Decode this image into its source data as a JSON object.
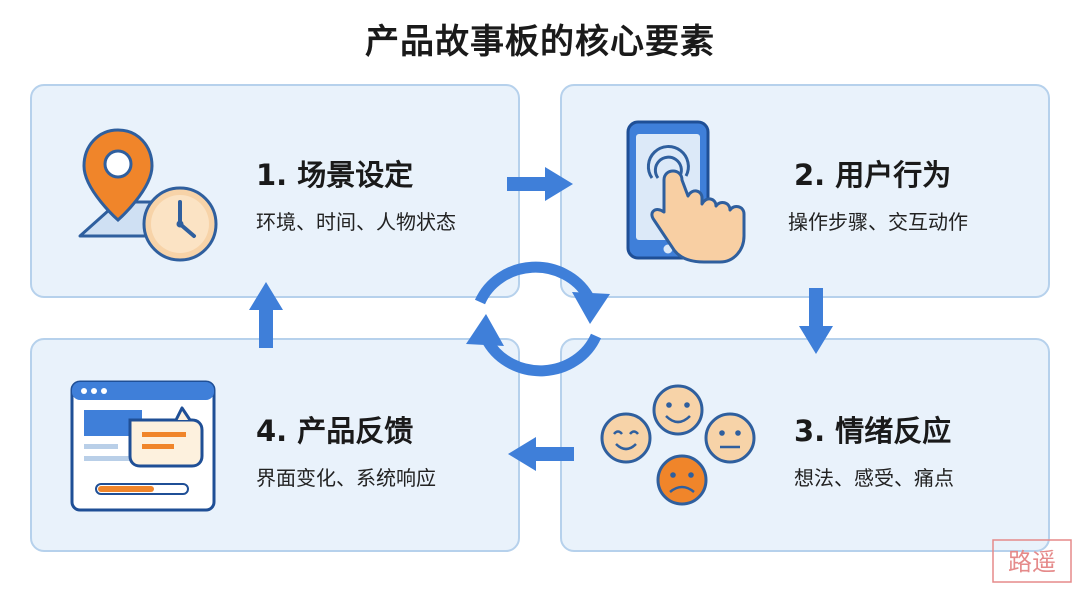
{
  "title": "产品故事板的核心要素",
  "cards": [
    {
      "title": "1. 场景设定",
      "desc": "环境、时间、人物状态",
      "icon": "location-clock-icon"
    },
    {
      "title": "2. 用户行为",
      "desc": "操作步骤、交互动作",
      "icon": "phone-tap-icon"
    },
    {
      "title": "3. 情绪反应",
      "desc": "想法、感受、痛点",
      "icon": "emoji-faces-icon"
    },
    {
      "title": "4. 产品反馈",
      "desc": "界面变化、系统响应",
      "icon": "browser-window-icon"
    }
  ],
  "watermark": "路遥",
  "colors": {
    "accent_blue": "#3f7fd9",
    "accent_orange": "#f0852a",
    "card_bg": "#e9f2fb",
    "card_border": "#b6d1ec",
    "watermark": "#e58a8a"
  }
}
